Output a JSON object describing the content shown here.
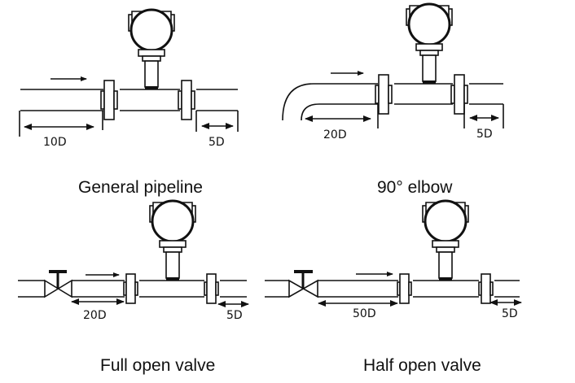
{
  "title": "Flow meter straight pipe installation requirements",
  "panels": [
    {
      "id": "general-pipeline",
      "caption": "General pipeline",
      "upstream_label": "10D",
      "downstream_label": "5D",
      "upstream_fitting": "straight pipe"
    },
    {
      "id": "elbow-90",
      "caption": "90° elbow",
      "upstream_label": "20D",
      "downstream_label": "5D",
      "upstream_fitting": "90 degree elbow"
    },
    {
      "id": "full-open-valve",
      "caption": "Full open valve",
      "upstream_label": "20D",
      "downstream_label": "5D",
      "upstream_fitting": "valve (full open)"
    },
    {
      "id": "half-open-valve",
      "caption": "Half open valve",
      "upstream_label": "50D",
      "downstream_label": "5D",
      "upstream_fitting": "valve (half open)"
    }
  ],
  "icons": {
    "flow_direction": "flow-arrow-right",
    "meter": "flow-meter-transmitter-icon",
    "valve": "gate-valve-icon"
  },
  "colors": {
    "line": "#111111",
    "background": "#ffffff"
  }
}
